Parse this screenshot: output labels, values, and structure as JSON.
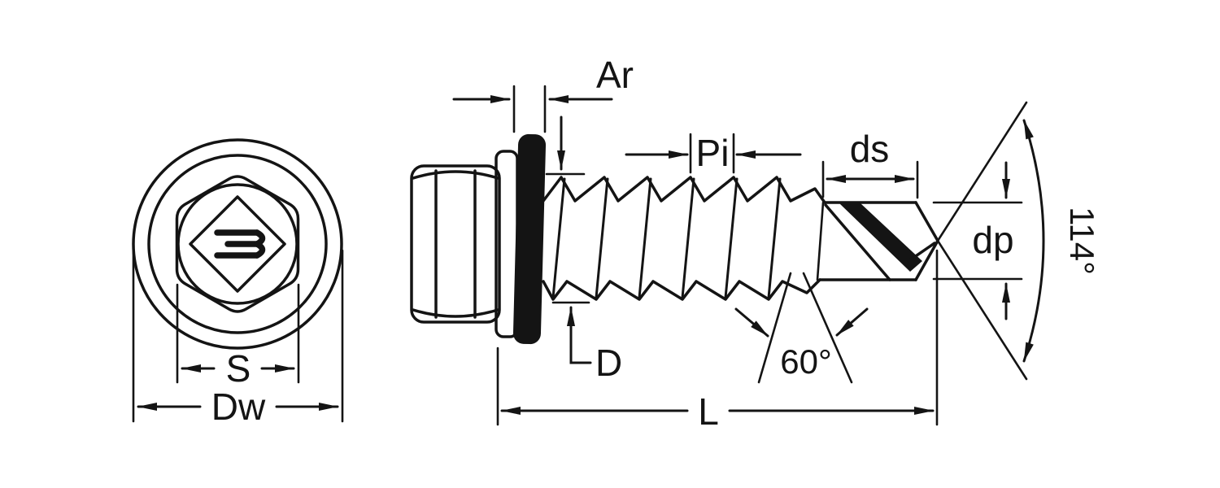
{
  "figure": {
    "kind": "technical-dimension-drawing",
    "colors": {
      "ink": "#141414",
      "background": "#ffffff"
    },
    "labels": {
      "ar": "Ar",
      "pi": "Pi",
      "ds": "ds",
      "dp": "dp",
      "point_angle": "114°",
      "d": "D",
      "thread_angle": "60°",
      "l": "L",
      "s": "S",
      "dw": "Dw"
    },
    "icon_names": {
      "brand_mark": "zubr-diamond-logo-icon"
    }
  }
}
